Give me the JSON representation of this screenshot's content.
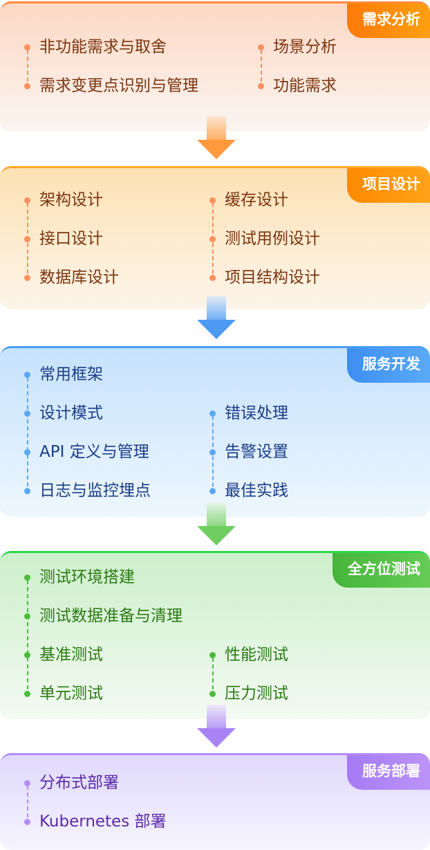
{
  "stages": [
    {
      "title": "需求分析",
      "col1": [
        "非功能需求与取舍",
        "需求变更点识别与管理"
      ],
      "col2": [
        "场景分析",
        "功能需求"
      ]
    },
    {
      "title": "项目设计",
      "col1": [
        "架构设计",
        "接口设计",
        "数据库设计"
      ],
      "col2": [
        "缓存设计",
        "测试用例设计",
        "项目结构设计"
      ]
    },
    {
      "title": "服务开发",
      "col1": [
        "常用框架",
        "设计模式",
        "API 定义与管理",
        "日志与监控埋点"
      ],
      "col2": [
        "错误处理",
        "告警设置",
        "最佳实践"
      ]
    },
    {
      "title": "全方位测试",
      "col1": [
        "测试环境搭建",
        "测试数据准备与清理",
        "基准测试",
        "单元测试"
      ],
      "col2": [
        "性能测试",
        "压力测试"
      ]
    },
    {
      "title": "服务部署",
      "col1": [
        "分布式部署",
        "Kubernetes 部署"
      ],
      "col2": []
    }
  ],
  "colors": {
    "orange": "#ff8a3d",
    "amber": "#ffa72a",
    "blue": "#4a9cf5",
    "green": "#3fbf3a",
    "purple": "#a97cf5"
  }
}
